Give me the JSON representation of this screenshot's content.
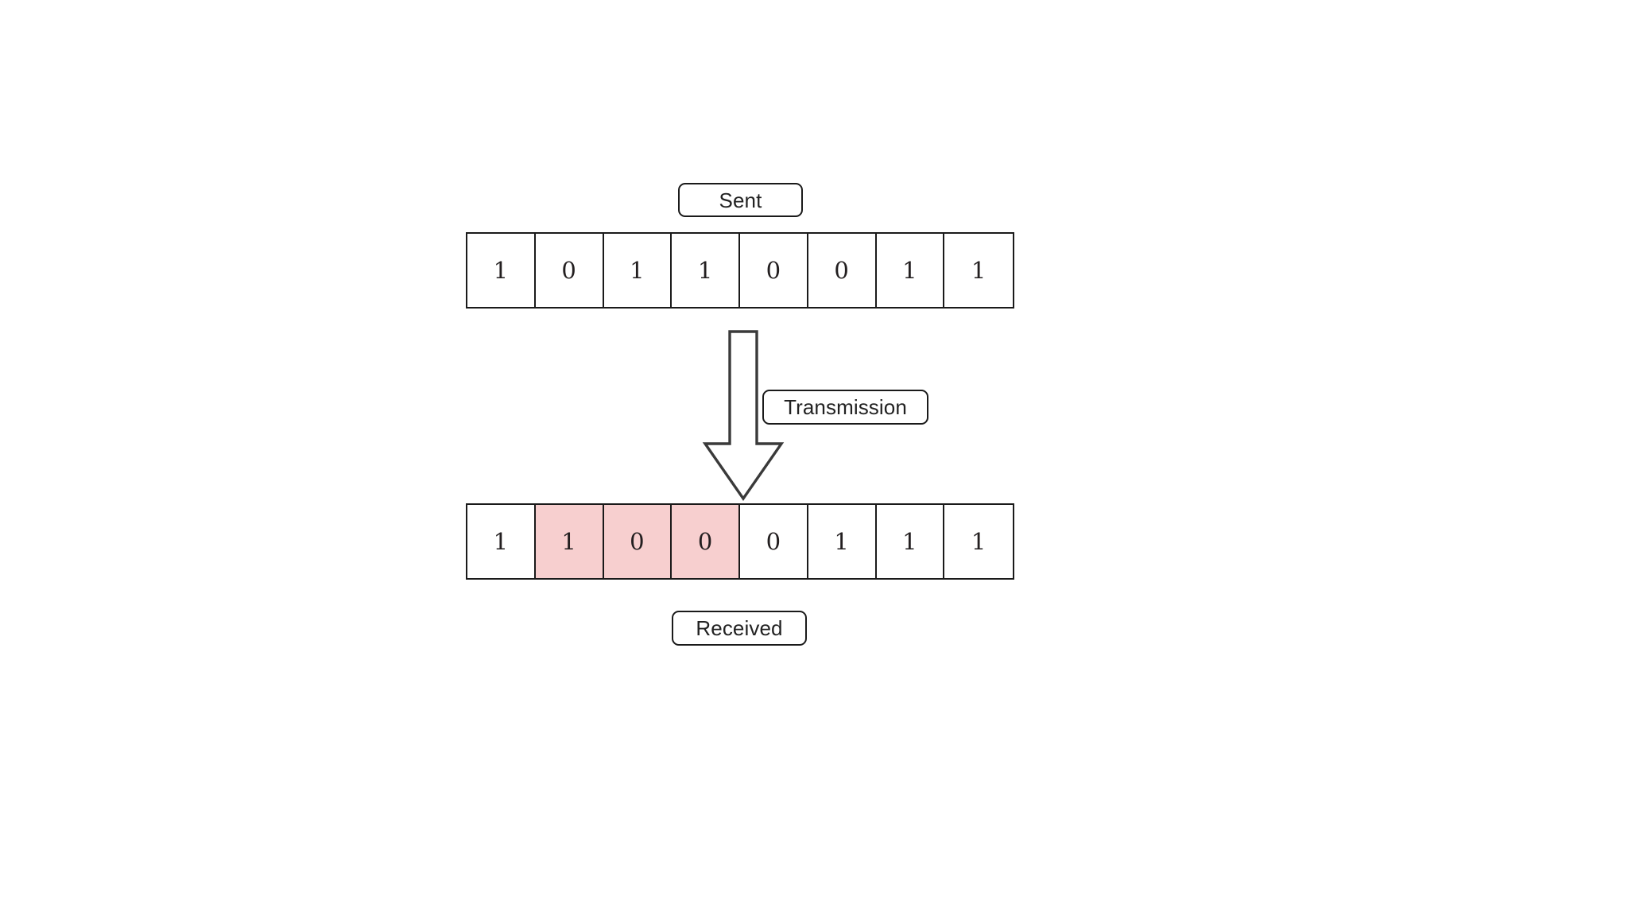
{
  "diagram": {
    "title_sent": "Sent",
    "title_transmission": "Transmission",
    "title_received": "Received",
    "arrow_icon_name": "down-arrow-icon",
    "colors": {
      "stroke": "#1a1a1a",
      "background": "#ffffff",
      "text": "#231f20",
      "corrupt_fill": "#f7cfcf"
    },
    "sent_row": {
      "label": "Sent",
      "bits": [
        "1",
        "0",
        "1",
        "1",
        "0",
        "0",
        "1",
        "1"
      ],
      "corrupt_indices": []
    },
    "received_row": {
      "label": "Received",
      "bits": [
        "1",
        "1",
        "0",
        "0",
        "0",
        "1",
        "1",
        "1"
      ],
      "corrupt_indices": [
        1,
        2,
        3
      ]
    }
  }
}
